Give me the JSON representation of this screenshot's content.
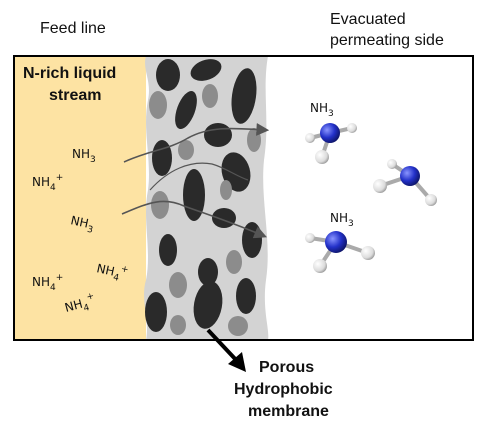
{
  "labels": {
    "feed_line": "Feed line",
    "permeate_line1": "Evacuated",
    "permeate_line2": "permeating side",
    "stream_line1": "N-rich liquid",
    "stream_line2": "stream",
    "membrane_line1": "Porous",
    "membrane_line2": "Hydrophobic",
    "membrane_line3": "membrane"
  },
  "species": {
    "nh3": "NH",
    "nh3_sub": "3",
    "nh4": "NH",
    "nh4_sub": "4",
    "nh4_sup": "+"
  },
  "colors": {
    "feed_zone": "#fde3a3",
    "membrane_pore": "#2a2a2a",
    "membrane_pore_light": "#8c8c8c",
    "membrane_bg": "#d0d0d0",
    "nitrogen_atom": "#2331c9",
    "hydrogen_atom": "#eeeeee",
    "frame": "#000000"
  }
}
